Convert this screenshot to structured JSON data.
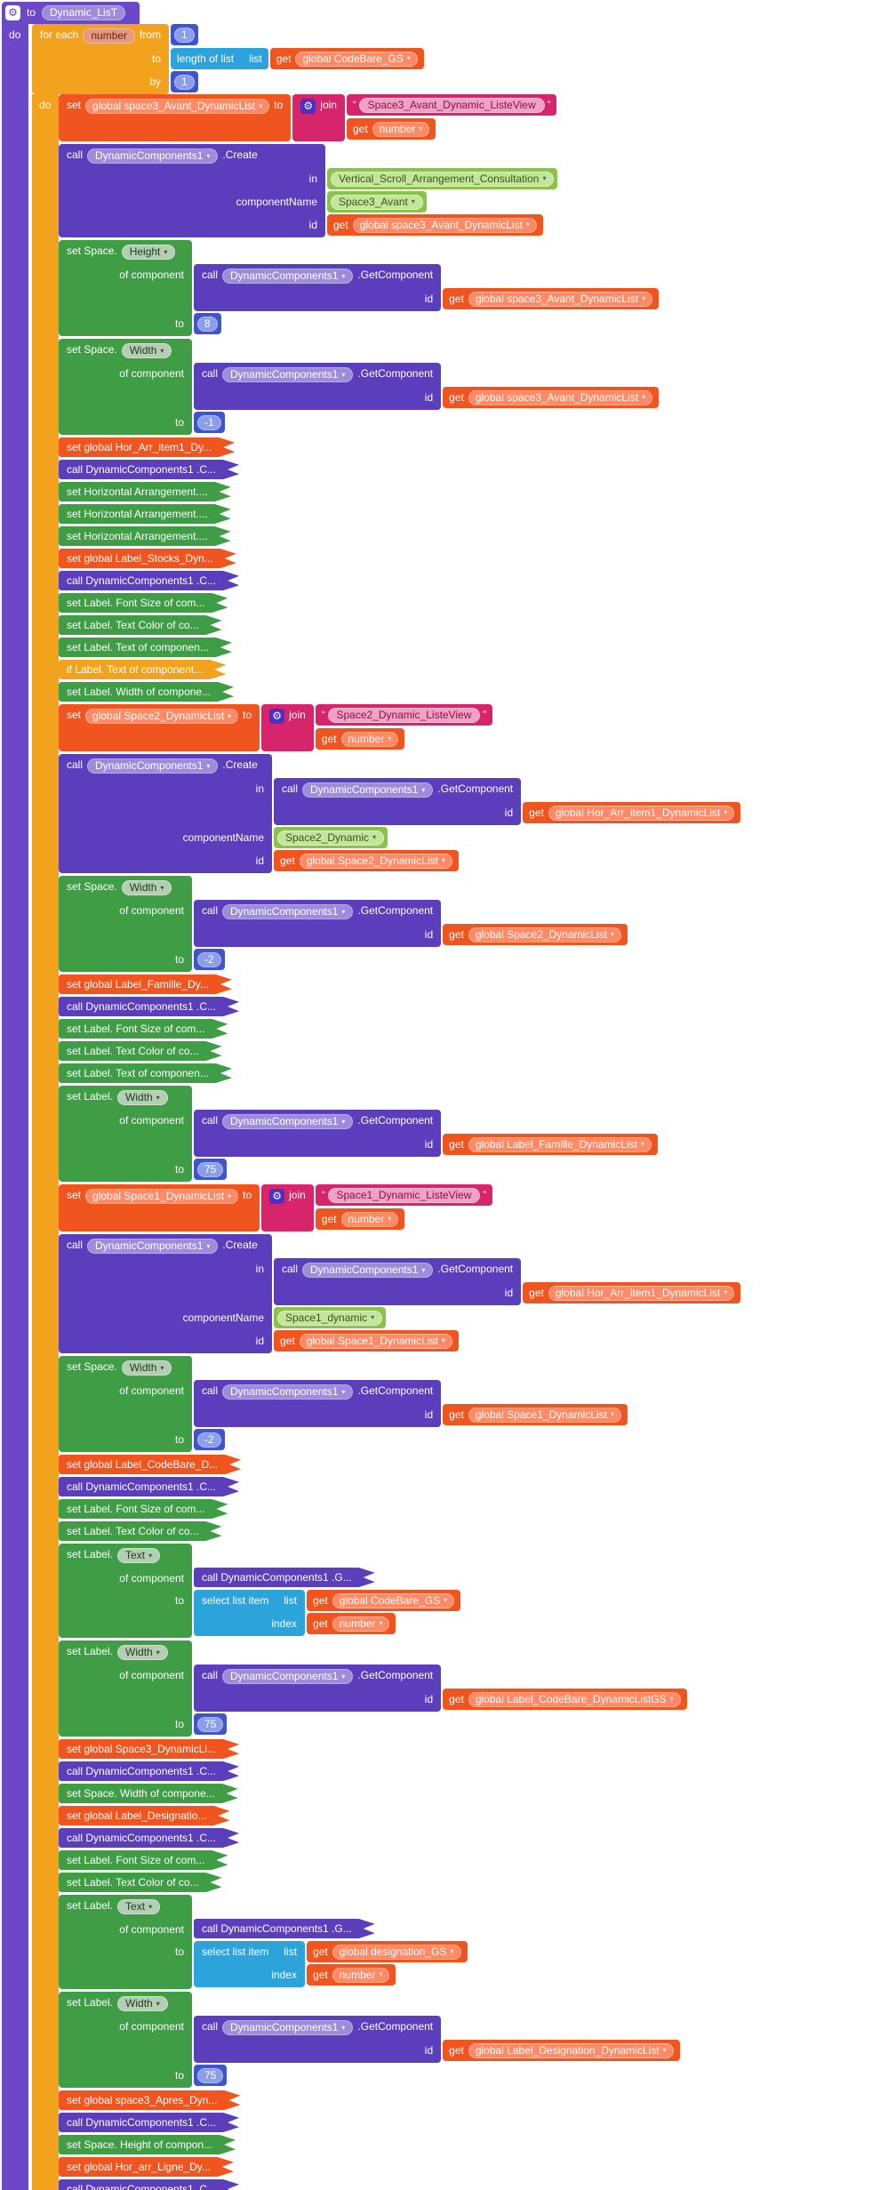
{
  "icons": {
    "gear": "⚙",
    "dd": "▾",
    "qo": "“",
    "qc": "”"
  },
  "k": {
    "to": "to",
    "do": "do",
    "set": "set",
    "get": "get",
    "call": "call",
    "in": "in",
    "id": "id",
    "for_each": "for each",
    "from": "from",
    "by": "by",
    "component_name": "componentName",
    "of_component": "of component",
    "join": "join",
    "length_of_list": "length of list",
    "list": "list",
    "select_list_item": "select list item",
    "index": "index",
    "create": ".Create",
    "get_component": ".GetComponent",
    "dc1": "DynamicComponents1",
    "set_space": "set Space.",
    "set_label": "set Label."
  },
  "proc": {
    "name": "Dynamic_LisT"
  },
  "loop": {
    "var": "number",
    "from": "1",
    "by": "1"
  },
  "vars": {
    "space3_avant": "global space3_Avant_DynamicList",
    "codebare_gs": "global CodeBare_GS",
    "number": "number",
    "hor_arr_item1": "global Hor_Arr_item1_DynamicList",
    "space2": "global Space2_DynamicList",
    "label_famille": "global Label_Famille_DynamicList",
    "space1": "global Space1_DynamicList",
    "label_codebare": "global Label_CodeBare_DynamicListGS",
    "designation_gs": "global designation_GS",
    "label_designation": "global Label_Designation_DynamicList"
  },
  "strings": {
    "space3_avant_lv": "Space3_Avant_Dynamic_ListeView",
    "space2_lv": "Space2_Dynamic_ListeView",
    "space1_lv": "Space1_Dynamic_ListeView"
  },
  "comps": {
    "vsa": "Vertical_Scroll_Arrangement_Consultation",
    "space3_avant": "Space3_Avant",
    "space2": "Space2_Dynamic",
    "space1": "Space1_dynamic"
  },
  "props": {
    "height": "Height",
    "width": "Width",
    "text": "Text"
  },
  "nums": {
    "n8": "8",
    "neg1": "-1",
    "neg2": "-2",
    "n75": "75"
  },
  "collapsed": {
    "hor_arr_item1": "set global Hor_Arr_item1_Dy...",
    "call_c": "call DynamicComponents1 .C...",
    "call_g": "call DynamicComponents1 .G...",
    "set_horiz": "set Horizontal Arrangement....",
    "label_stocks": "set global Label_Stocks_Dyn...",
    "font_size": "set Label. Font Size of com...",
    "text_color": "set Label. Text Color of co...",
    "text_of": "set Label. Text of componen...",
    "if_text": "if Label. Text of component...",
    "label_width": "set Label. Width of compone...",
    "label_famille": "set global Label_Famille_Dy...",
    "label_codebare": "set global Label_CodeBare_D...",
    "space3_dyn": "set global Space3_DynamicLi...",
    "space_width": "set Space. Width of compone...",
    "label_designatio": "set global Label_Designatio...",
    "space3_apres": "set global space3_Apres_Dyn...",
    "space_height": "set Space. Height of compon...",
    "hor_arr_ligne": "set global Hor_arr_Ligne_Dy..."
  }
}
